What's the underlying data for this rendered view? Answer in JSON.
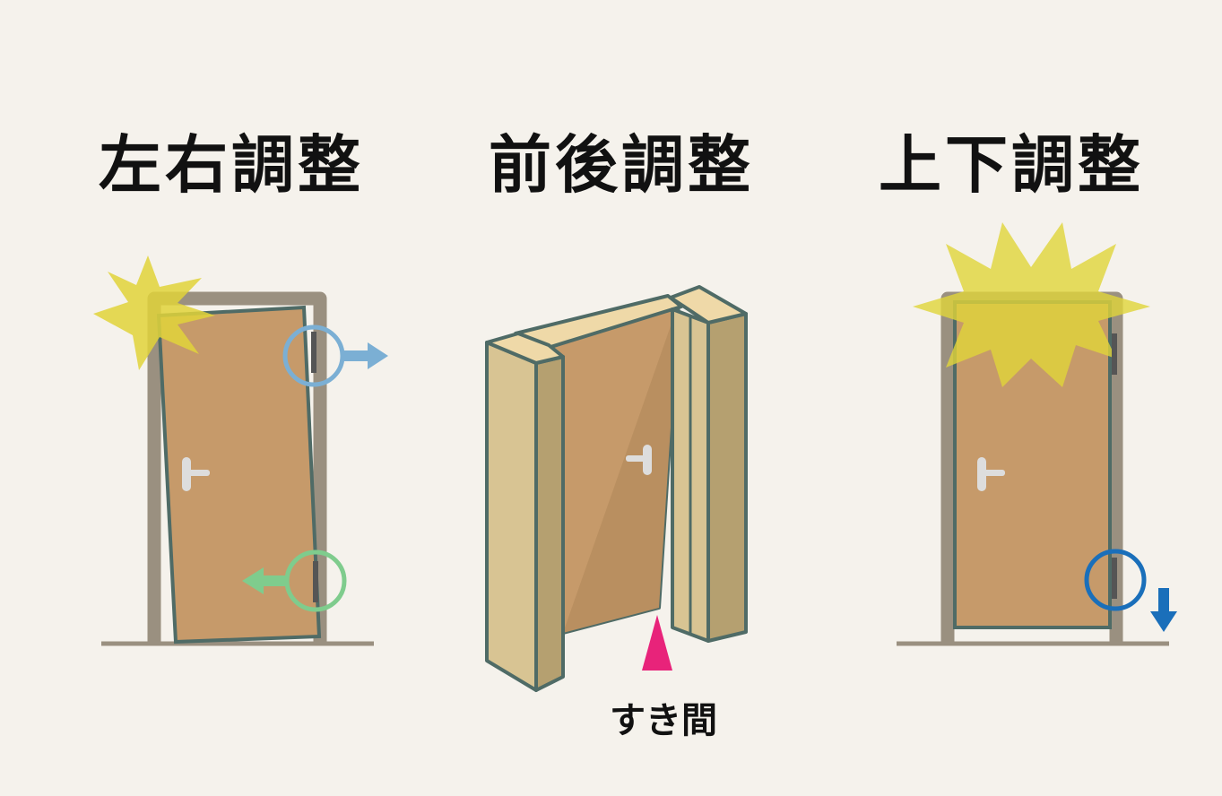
{
  "panels": [
    {
      "title": "左右調整"
    },
    {
      "title": "前後調整",
      "gap_label": "すき間"
    },
    {
      "title": "上下調整"
    }
  ],
  "colors": {
    "background": "#f5f2ec",
    "frame": "#9a9080",
    "door": "#c69a6a",
    "outline": "#4f6b66",
    "impact": "#e0d43a",
    "arrow_right": "#7bafd4",
    "arrow_left": "#7fcc8d",
    "arrow_down": "#1a6fba",
    "gap_marker": "#e8237a"
  }
}
